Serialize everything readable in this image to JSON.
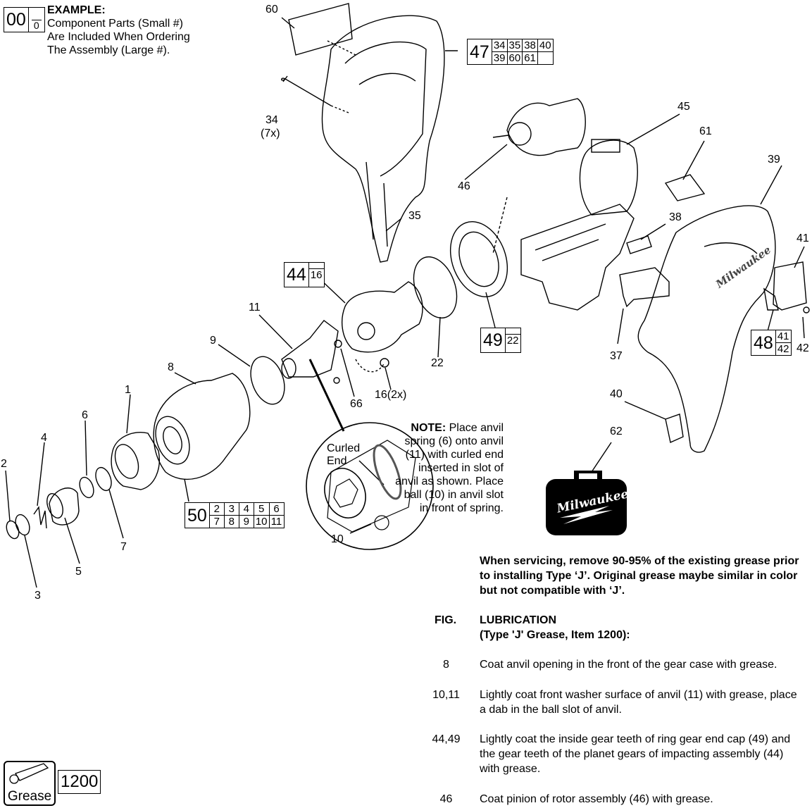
{
  "example": {
    "big": "00",
    "small": "0",
    "heading": "EXAMPLE:",
    "lines": [
      "Component Parts (Small #)",
      "Are Included When Ordering",
      "The Assembly (Large #)."
    ]
  },
  "assemblies": {
    "a47": {
      "big": "47",
      "top": [
        "34",
        "35",
        "38",
        "40"
      ],
      "bottom": [
        "39",
        "60",
        "61",
        ""
      ]
    },
    "a44": {
      "big": "44",
      "top": [
        ""
      ],
      "bottom": [
        "16"
      ]
    },
    "a49": {
      "big": "49",
      "top": [
        ""
      ],
      "bottom": [
        "22"
      ]
    },
    "a48": {
      "big": "48",
      "top": [
        "41"
      ],
      "bottom": [
        "42"
      ]
    },
    "a50": {
      "big": "50",
      "top": [
        "2",
        "3",
        "4",
        "5",
        "6"
      ],
      "bottom": [
        "7",
        "8",
        "9",
        "10",
        "11"
      ]
    }
  },
  "callouts": {
    "c60": "60",
    "c34": "34",
    "c34q": "(7x)",
    "c35": "35",
    "c45": "45",
    "c46": "46",
    "c61": "61",
    "c39": "39",
    "c38": "38",
    "c41": "41",
    "c42": "42",
    "c37": "37",
    "c40": "40",
    "c62": "62",
    "c11": "11",
    "c9": "9",
    "c8": "8",
    "c1": "1",
    "c6": "6",
    "c4": "4",
    "c2": "2",
    "c3": "3",
    "c5": "5",
    "c7": "7",
    "c22": "22",
    "c66": "66",
    "c16": "16(2x)",
    "c10": "10",
    "curled1": "Curled",
    "curled2": "End"
  },
  "brand": {
    "case_logo": "Milwaukee",
    "housing_logo": "Milwaukee"
  },
  "note": {
    "heading": "NOTE:",
    "text": "Place anvil spring (6) onto anvil (11) with curled end inserted in slot of anvil as shown. Place ball (10) in anvil slot in front of spring."
  },
  "service_note": "When servicing, remove 90-95% of the existing grease prior to installing Type ‘J’. Original grease maybe similar in color but not compatible with ‘J’.",
  "lubrication": {
    "fig_header": "FIG.",
    "title": "LUBRICATION",
    "subtitle": "(Type 'J' Grease, Item 1200):",
    "rows": [
      {
        "fig": "8",
        "text": "Coat anvil opening in the front of the gear case with grease."
      },
      {
        "fig": "10,11",
        "text": "Lightly coat front washer surface of anvil (11) with grease, place a dab in the ball slot of anvil."
      },
      {
        "fig": "44,49",
        "text": "Lightly coat the inside gear teeth of ring gear end cap (49) and the gear teeth of the planet gears of impacting assembly (44) with grease."
      },
      {
        "fig": "46",
        "text": "Coat pinion of rotor assembly (46) with grease."
      }
    ]
  },
  "grease_legend": {
    "icon": "grease-tube-icon",
    "label": "Grease",
    "item": "1200"
  }
}
